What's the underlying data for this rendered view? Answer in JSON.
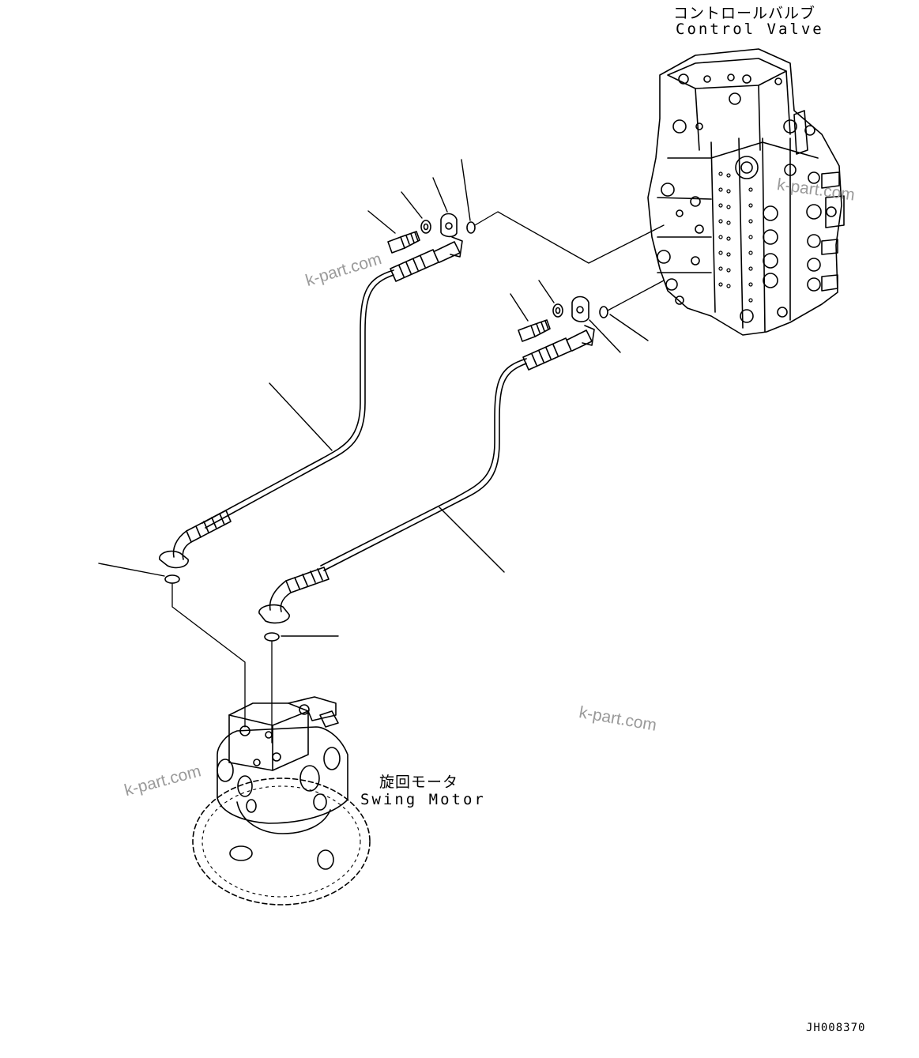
{
  "labels": {
    "control_valve_jp": "コントロールバルブ",
    "control_valve_en": "Control Valve",
    "swing_motor_jp": "旋回モータ",
    "swing_motor_en": "Swing Motor",
    "drawing_code": "JH008370"
  },
  "watermark": {
    "text": "k-part.com",
    "color": "#9a9a9a"
  },
  "colors": {
    "line": "#000000",
    "background": "#ffffff"
  }
}
